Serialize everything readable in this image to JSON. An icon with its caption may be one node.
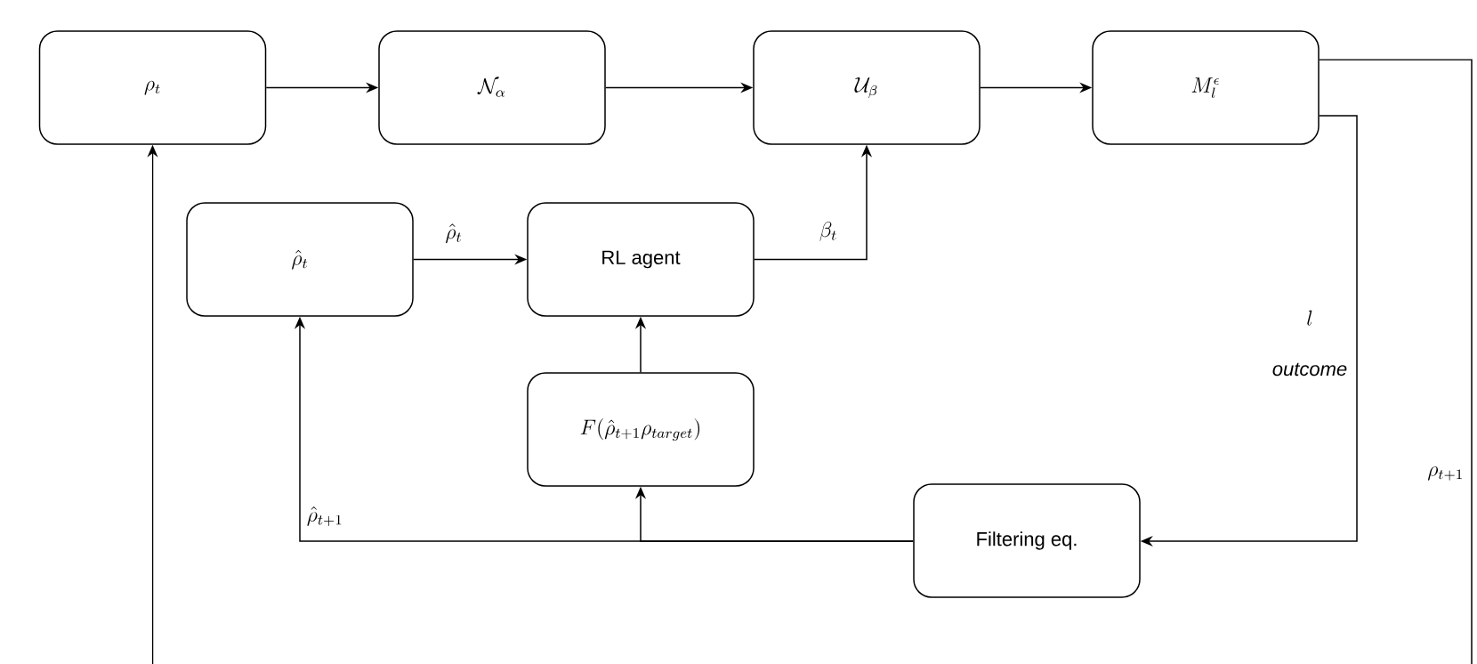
{
  "diagram": {
    "nodes": [
      {
        "text": [
          "\\rho_t"
        ]
      },
      {
        "text": [
          "\\mathcal{N}_\\alpha"
        ]
      },
      {
        "text": [
          "\\mathcal{U}_\\beta"
        ]
      },
      {
        "text": [
          "M_l^\\epsilon"
        ]
      },
      {
        "text": [
          "\\hat{\\rho}_t"
        ]
      },
      {
        "text": [
          "RL agent"
        ]
      },
      {
        "text": [
          "F(\\hat{\\rho}_{t+1}\\rho_{target})"
        ]
      },
      {
        "text": [
          "Filtering eq."
        ]
      }
    ],
    "edges": [
      {
        "from": 0,
        "to": 1,
        "arrow": "to"
      },
      {
        "from": 1,
        "to": 2,
        "arrow": "to"
      },
      {
        "from": 2,
        "to": 3,
        "arrow": "to"
      },
      {
        "from": 3,
        "to": 0,
        "arrow": "to",
        "label": "\\rho_{t+1}"
      },
      {
        "from": 3,
        "to": 7,
        "arrow": "to",
        "label": "l"
      },
      {
        "from": 4,
        "to": 5,
        "arrow": "to",
        "label": "\\hat{\\rho}_t"
      },
      {
        "from": 5,
        "to": 2,
        "arrow": "to",
        "label": "\\beta_t"
      },
      {
        "from": 6,
        "to": 5,
        "arrow": "to"
      },
      {
        "from": 7,
        "to": 6,
        "arrow": "to"
      },
      {
        "from": 7,
        "to": 4,
        "arrow": "to",
        "label": "\\hat{\\rho}_{t+1}"
      }
    ],
    "labels": [
      "outcome"
    ]
  }
}
